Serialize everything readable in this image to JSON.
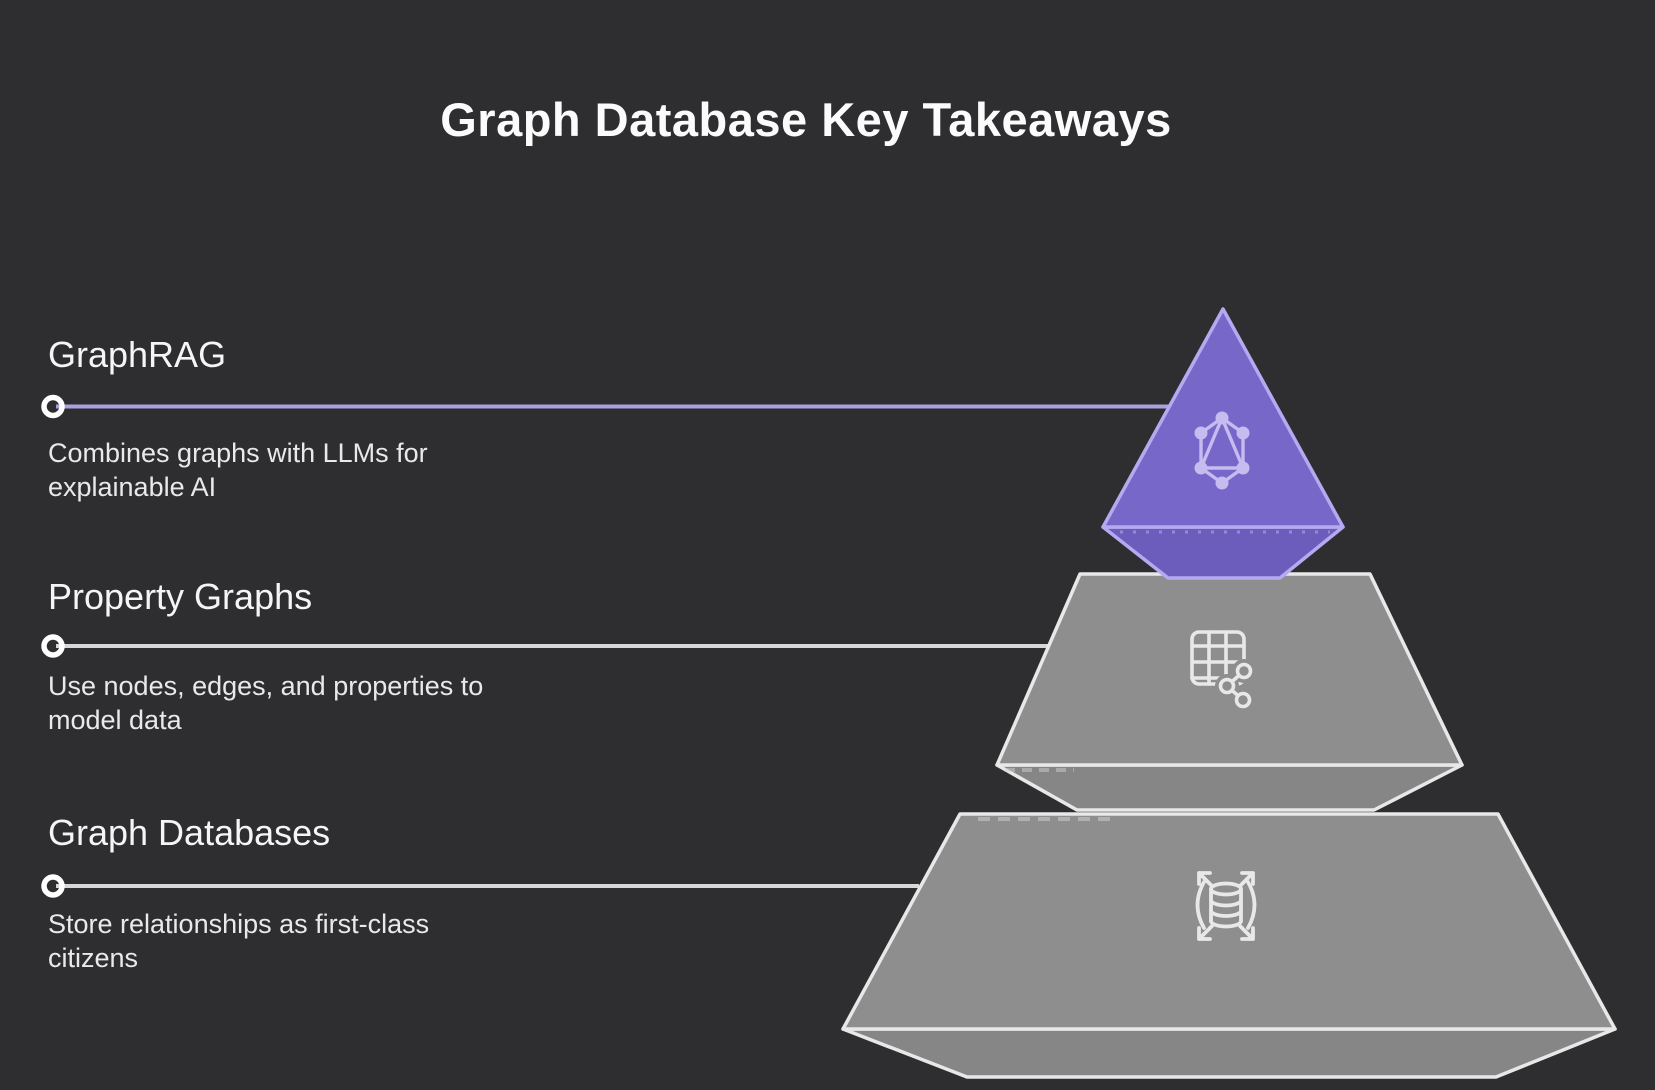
{
  "title": "Graph Database Key Takeaways",
  "colors": {
    "background": "#2e2d30",
    "purple_fill": "#7667c9",
    "purple_underside_fill": "#6c5dbd",
    "purple_stroke": "#b7a9ef",
    "purple_connector_line": "#aaa2de",
    "gray_fill": "#8e8e8e",
    "gray_underside_fill": "#868686",
    "gray_stroke": "#e8e8e8",
    "gray_connector_line": "#d8d8d8",
    "connector_dot": "#ffffff",
    "heading_text": "#f5f5f5",
    "body_text": "#e9e9e9",
    "title_text": "#fbfbfb",
    "icon_on_purple": "#c7bcf0",
    "icon_on_gray": "#e8e8e8"
  },
  "levels": [
    {
      "label": "GraphRAG",
      "description": "Combines graphs with LLMs for explainable AI",
      "description_lines": [
        "Combines graphs with LLMs for",
        "explainable AI"
      ],
      "icon": "graphql-logo-icon",
      "position": "top"
    },
    {
      "label": "Property Graphs",
      "description": "Use nodes, edges, and properties to model data",
      "description_lines": [
        "Use nodes, edges, and properties to",
        "model data"
      ],
      "icon": "table-relations-icon",
      "position": "middle"
    },
    {
      "label": "Graph Databases",
      "description": "Store relationships as first-class citizens",
      "description_lines": [
        "Store relationships as first-class",
        "citizens"
      ],
      "icon": "database-scale-icon",
      "position": "bottom"
    }
  ]
}
